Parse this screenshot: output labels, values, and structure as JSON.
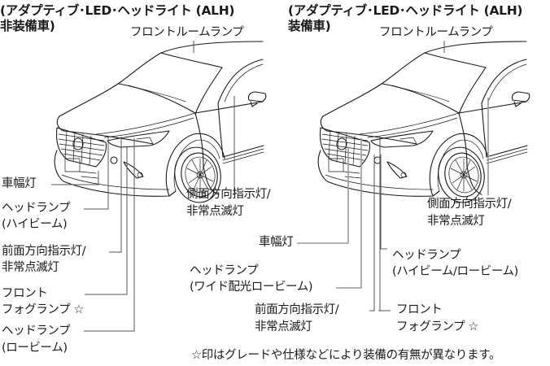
{
  "left_panel": {
    "title_line1": "(アダプティブ･LED･ヘッドライト (ALH)",
    "title_line2": "非装備車)",
    "labels": {
      "front_room_lamp": "フロントルームランプ",
      "clearance_lamp": "車幅灯",
      "headlamp_high_1": "ヘッドランプ",
      "headlamp_high_2": "(ハイビーム)",
      "front_turn_1": "前面方向指示灯/",
      "front_turn_2": "非常点滅灯",
      "fog_1": "フロント",
      "fog_2": "フォグランプ ☆",
      "headlamp_low_1": "ヘッドランプ",
      "headlamp_low_2": "(ロービーム)",
      "side_turn_1": "側面方向指示灯/",
      "side_turn_2": "非常点滅灯"
    }
  },
  "right_panel": {
    "title_line1": "(アダプティブ･LED･ヘッドライト (ALH)",
    "title_line2": "装備車)",
    "labels": {
      "front_room_lamp": "フロントルームランプ",
      "clearance_lamp": "車幅灯",
      "headlamp_wide_1": "ヘッドランプ",
      "headlamp_wide_2": "(ワイド配光ロービーム)",
      "front_turn_1": "前面方向指示灯/",
      "front_turn_2": "非常点滅灯",
      "headlamp_hilo_1": "ヘッドランプ",
      "headlamp_hilo_2": "(ハイビーム/ロービーム)",
      "fog_1": "フロント",
      "fog_2": "フォグランプ ☆",
      "side_turn_1": "側面方向指示灯/",
      "side_turn_2": "非常点滅灯"
    }
  },
  "footnote": "☆印はグレードや仕様などにより装備の有無が異なります。"
}
